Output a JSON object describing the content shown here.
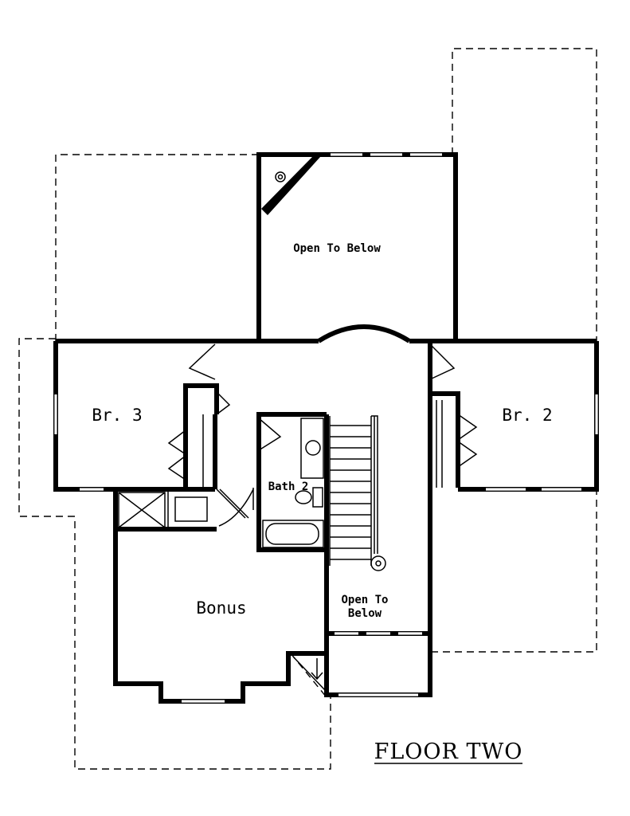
{
  "title": "FLOOR TWO",
  "rooms": {
    "open_to_below_top": "Open To Below",
    "bedroom_3": "Br. 3",
    "bedroom_2": "Br. 2",
    "bath_2": "Bath 2",
    "bonus": "Bonus",
    "open_to_below_stair_line1": "Open To",
    "open_to_below_stair_line2": "Below"
  }
}
